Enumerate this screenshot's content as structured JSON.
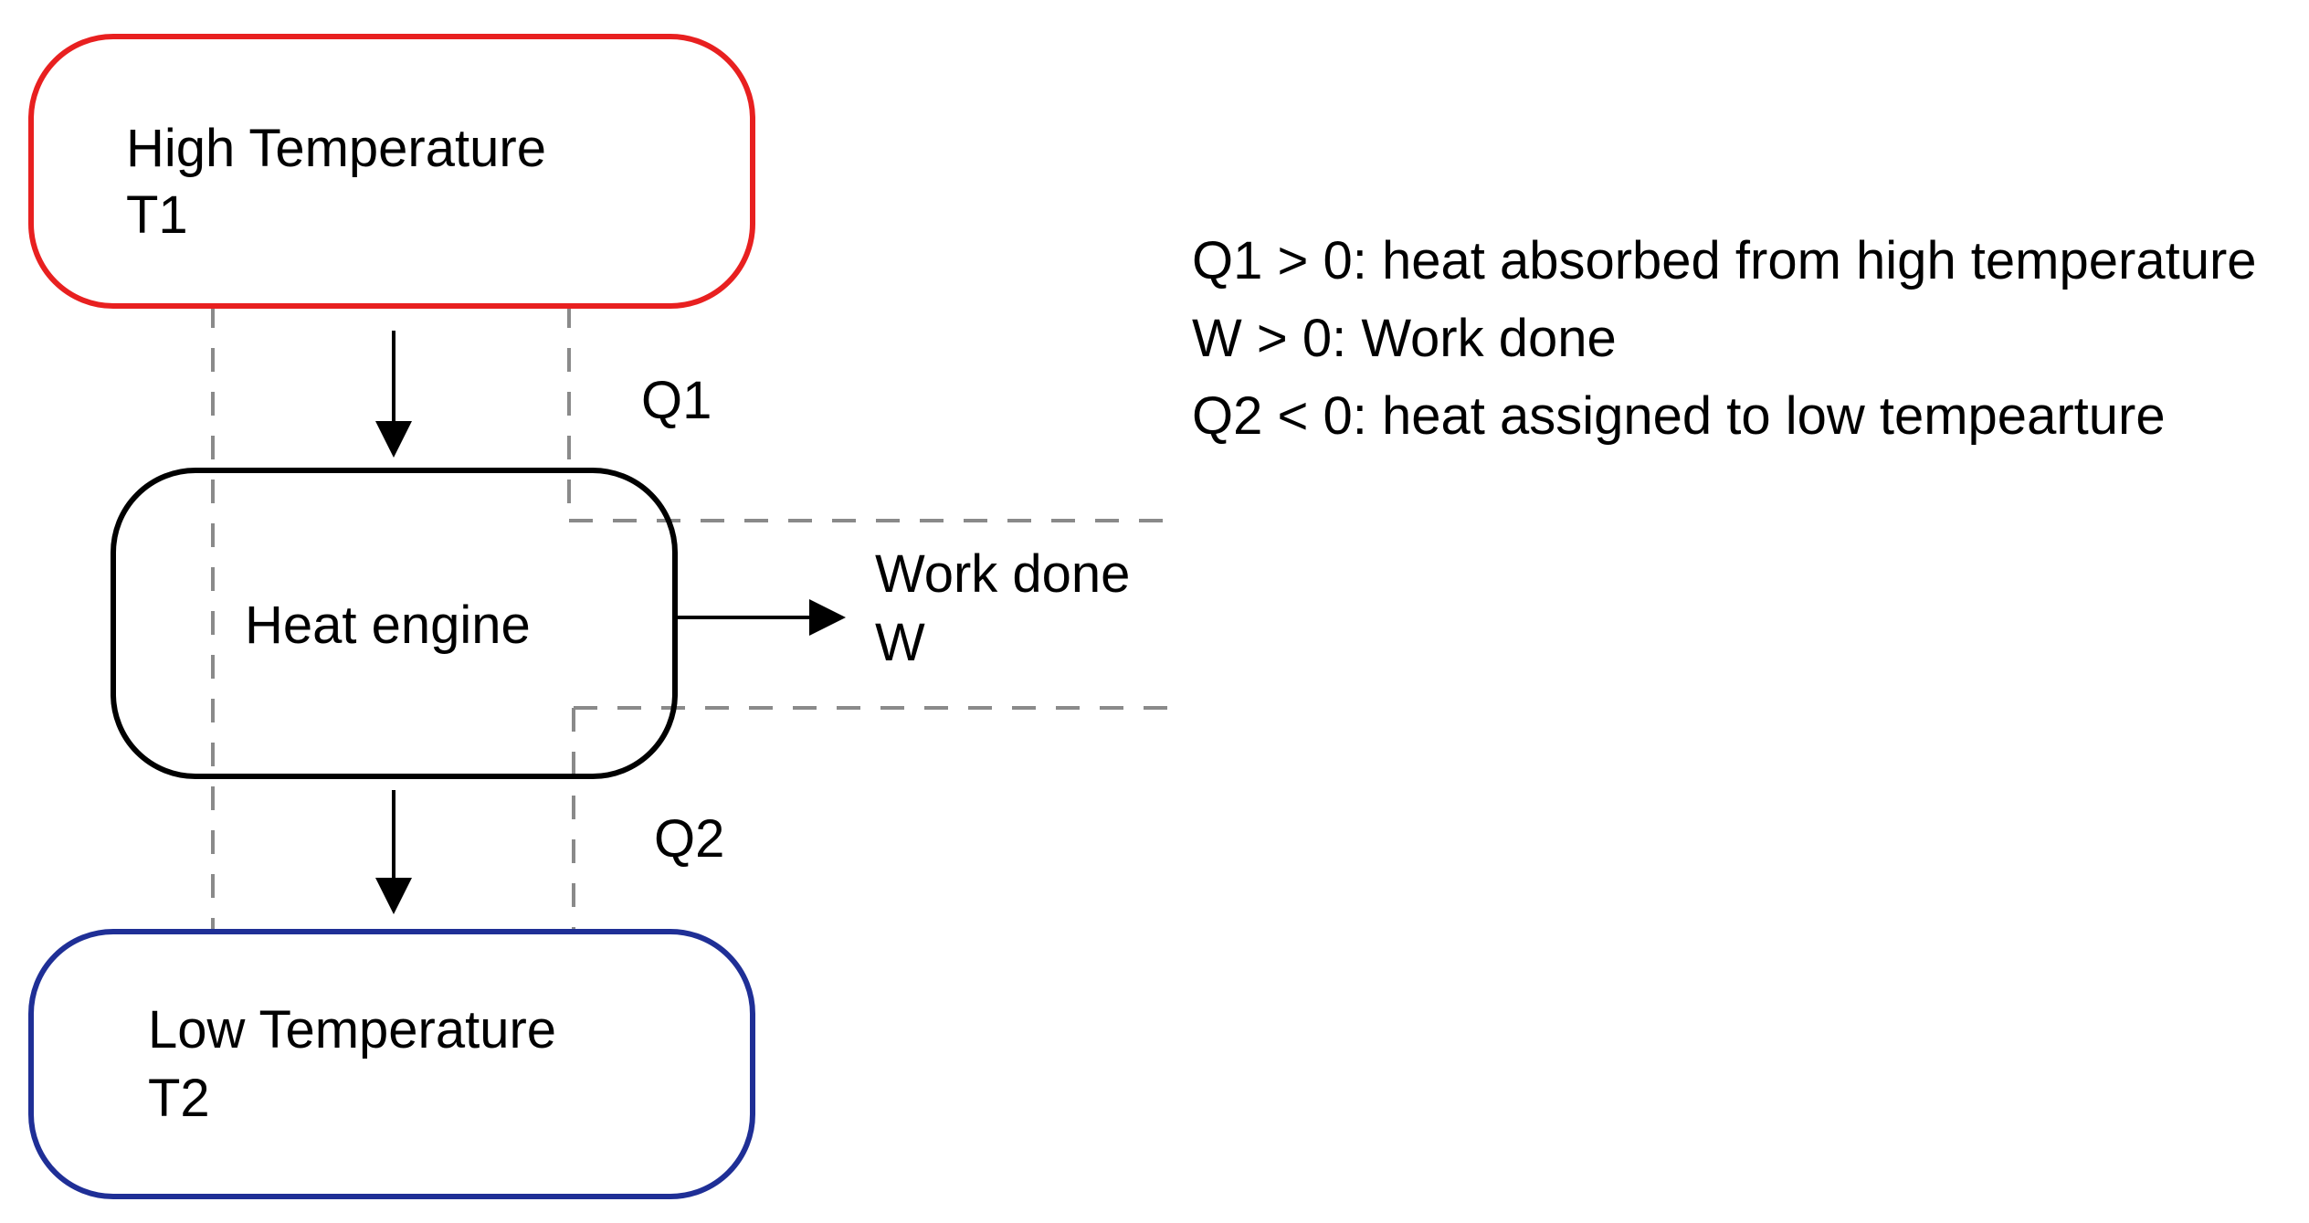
{
  "diagram": {
    "hot_reservoir": {
      "line1": "High Temperature",
      "line2": "T1",
      "border_color": "#e82020"
    },
    "engine": {
      "label": "Heat engine",
      "border_color": "#000000"
    },
    "cold_reservoir": {
      "line1": "Low Temperature",
      "line2": "T2",
      "border_color": "#1f2f96"
    },
    "q1_label": "Q1",
    "q2_label": "Q2",
    "work": {
      "line1": "Work done",
      "line2": "W"
    },
    "legend": {
      "lines": [
        "Q1 > 0: heat absorbed from high temperature",
        "W > 0: Work done",
        "Q2 < 0: heat assigned to low tempearture"
      ]
    },
    "dash_color": "#8a8a8a",
    "arrow_color": "#000000"
  }
}
